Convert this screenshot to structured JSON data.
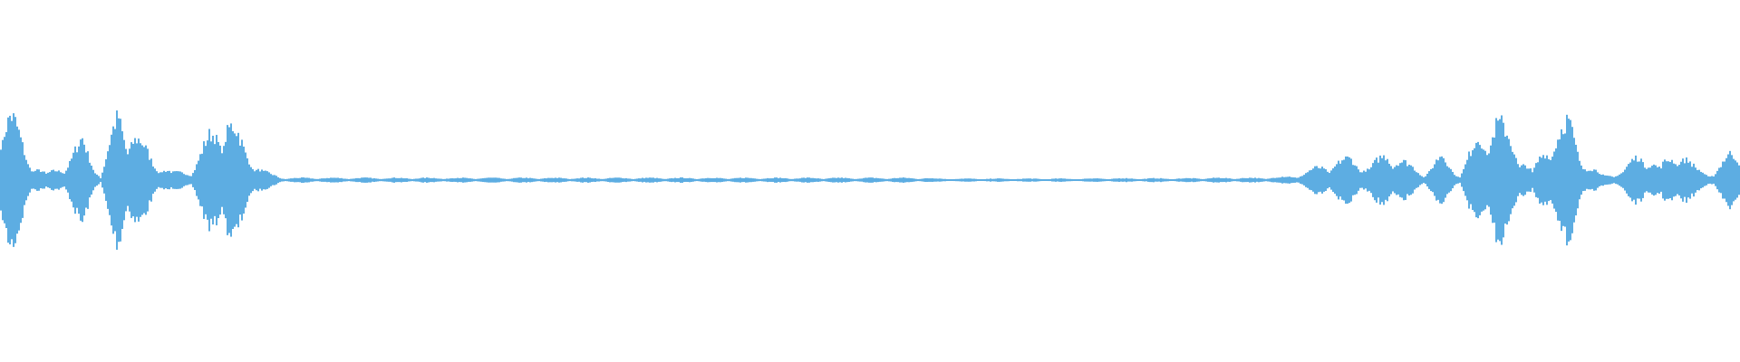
{
  "chart_data": {
    "type": "area",
    "description_kind": "audio-waveform",
    "color": "#5dade2",
    "background": "#ffffff",
    "ylim": [
      -1,
      1
    ],
    "grid": false,
    "amplitude_envelope": [
      0.48,
      0.15,
      0.04,
      0.1,
      0.28,
      0.02,
      0.48,
      0.3,
      0.12,
      0.05,
      0.06,
      0.3,
      0.46,
      0.2,
      0.06,
      0.015,
      0.015,
      0.015,
      0.015,
      0.015,
      0.015,
      0.015,
      0.015,
      0.015,
      0.015,
      0.015,
      0.015,
      0.015,
      0.015,
      0.015,
      0.015,
      0.015,
      0.015,
      0.015,
      0.015,
      0.015,
      0.015,
      0.015,
      0.015,
      0.015,
      0.015,
      0.015,
      0.015,
      0.015,
      0.015,
      0.015,
      0.015,
      0.015,
      0.015,
      0.015,
      0.015,
      0.012,
      0.01,
      0.01,
      0.01,
      0.01,
      0.01,
      0.01,
      0.01,
      0.01,
      0.012,
      0.012,
      0.012,
      0.012,
      0.012,
      0.012,
      0.015,
      0.015,
      0.015,
      0.015,
      0.02,
      0.03,
      0.08,
      0.12,
      0.15,
      0.08,
      0.2,
      0.12,
      0.04,
      0.17,
      0.03,
      0.3,
      0.42,
      0.25,
      0.05,
      0.3,
      0.4,
      0.1,
      0.03,
      0.06,
      0.2,
      0.08,
      0.22,
      0.08,
      0.04,
      0.2
    ]
  }
}
